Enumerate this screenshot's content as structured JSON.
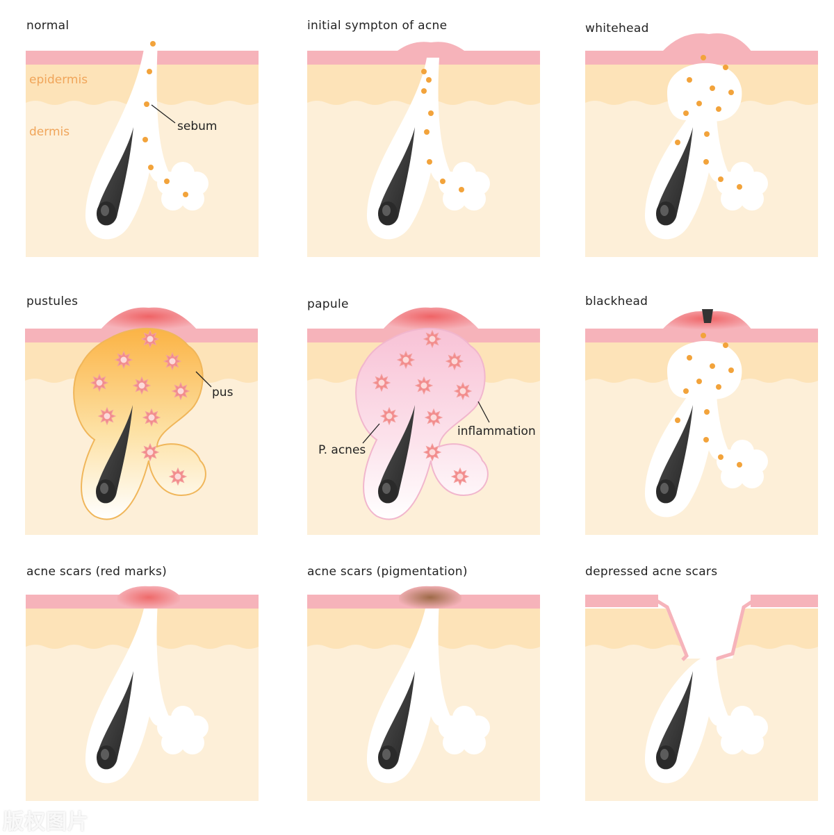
{
  "panels": [
    {
      "title": "normal",
      "stage": "normal"
    },
    {
      "title": "initial sympton of acne",
      "stage": "initial"
    },
    {
      "title": "whitehead",
      "stage": "whitehead"
    },
    {
      "title": "pustules",
      "stage": "pustule"
    },
    {
      "title": "papule",
      "stage": "papule"
    },
    {
      "title": "blackhead",
      "stage": "blackhead"
    },
    {
      "title": "acne scars (red marks)",
      "stage": "scar-red"
    },
    {
      "title": "acne scars (pigmentation)",
      "stage": "scar-pigment"
    },
    {
      "title": "depressed acne scars",
      "stage": "scar-depressed"
    }
  ],
  "labels": {
    "epidermis": "epidermis",
    "dermis": "dermis",
    "sebum": "sebum",
    "pus": "pus",
    "p_acnes": "P. acnes",
    "inflammation": "inflammation"
  },
  "watermark": "版权图片",
  "colors": {
    "epidermis": "#fde3b8",
    "dermis": "#fdefd8",
    "surface": "#f6b3ba",
    "sebum": "#f2a33b",
    "hair": "#3a3a3a",
    "pus": "#fbbd4f",
    "inflammation": "#f7c9da",
    "bacteria": "#f28c8c",
    "pigment": "#a47050",
    "label_orange": "#f0a55a"
  }
}
